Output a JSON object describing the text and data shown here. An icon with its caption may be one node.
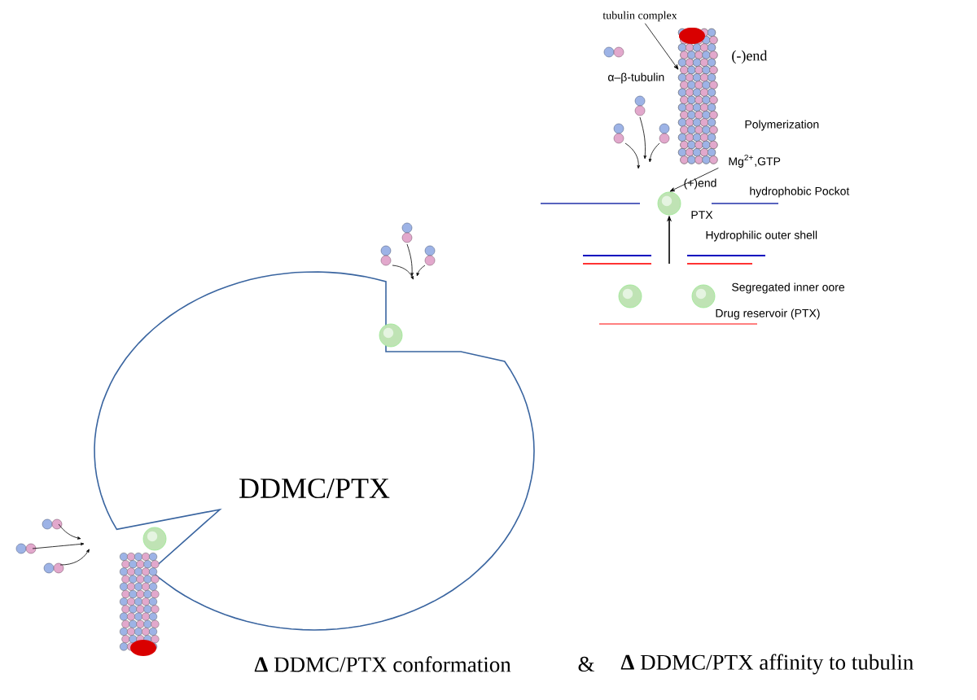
{
  "diagram": {
    "nodes": [
      {
        "text": [
          "DDMC/PTX"
        ]
      },
      {
        "text": [
          "tubulin complex"
        ]
      },
      {
        "text": [],
        "shape": "picture"
      },
      {
        "text": [],
        "shape": "circle",
        "beside": [
          "PTX"
        ]
      },
      {
        "text": [],
        "shape": "circle"
      },
      {
        "text": [],
        "shape": "circle"
      },
      {
        "text": [],
        "shape": "circle"
      },
      {
        "text": [],
        "shape": "circle"
      }
    ],
    "edges": [
      {
        "from": 1,
        "to": 2,
        "arrow": "to"
      },
      {
        "from": 2,
        "to": 3,
        "arrow": "to"
      },
      {
        "from": null,
        "to": 3,
        "arrow": "to"
      }
    ],
    "labels": [
      "α–β-tubulin",
      "(-)end",
      "Polymerization",
      "Mg$^{2+}$,GTP",
      "(+)end",
      "hydrophobic Pockot",
      "Hydrophilic  outer shell",
      "Segregated inner oore",
      "Drug reservoir (PTX)",
      "**Δ** DDMC/PTX conformation",
      "&",
      "**Δ** DDMC/PTX affinity to tubulin"
    ]
  }
}
